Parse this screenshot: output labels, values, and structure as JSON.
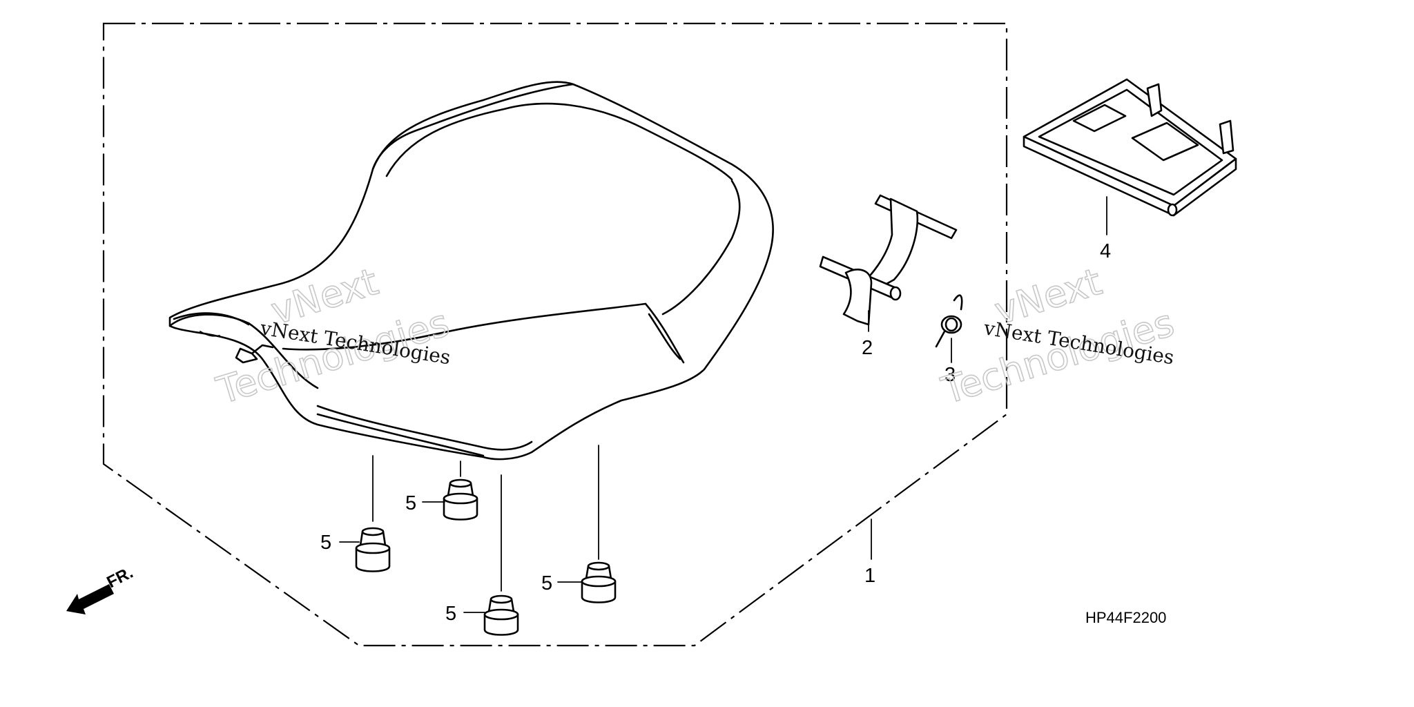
{
  "diagram": {
    "parts": [
      {
        "callout": "1",
        "name": "seat-assembly"
      },
      {
        "callout": "2",
        "name": "seat-lock-lever"
      },
      {
        "callout": "3",
        "name": "lock-spring"
      },
      {
        "callout": "4",
        "name": "storage-tray"
      },
      {
        "callout": "5",
        "name": "seat-cushion-rubber"
      }
    ],
    "diagram_code": "HP44F2200",
    "front_indicator": "FR.",
    "watermark": {
      "line1": "vNext Technologies",
      "line2a": "vNext",
      "line2b": "Technologies"
    }
  }
}
